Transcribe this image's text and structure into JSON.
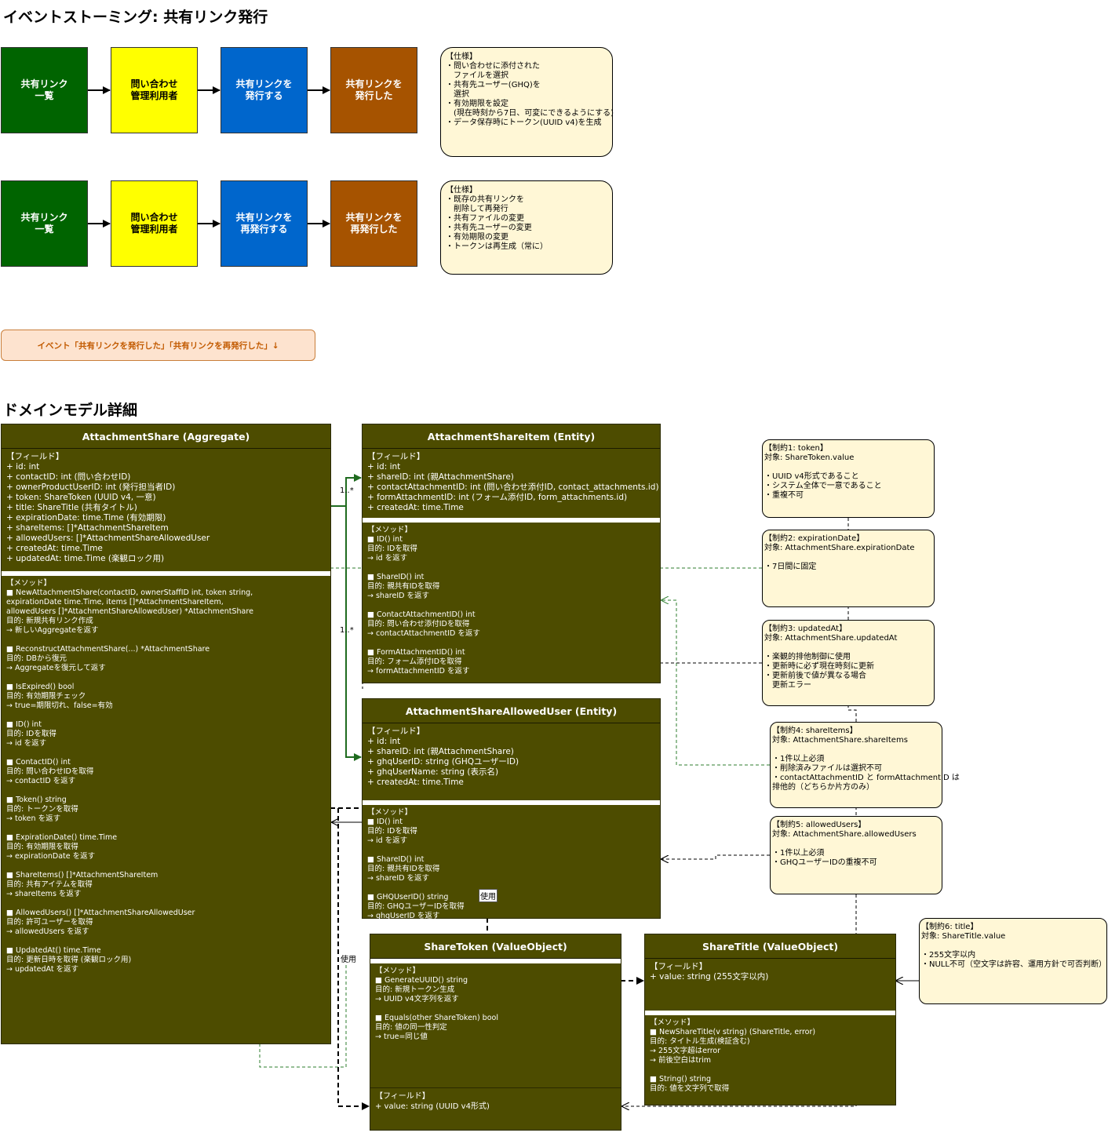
{
  "titles": {
    "event_storming": "イベントストーミング: 共有リンク発行",
    "domain_model": "ドメインモデル詳細"
  },
  "flow1": {
    "boxes": [
      "共有リンク\n一覧",
      "問い合わせ\n管理利用者",
      "共有リンクを\n発行する",
      "共有リンクを\n発行した"
    ],
    "note": "【仕様】\n・問い合わせに添付された\n　ファイルを選択\n・共有先ユーザー(GHQ)を\n　選択\n・有効期限を設定\n　(現在時刻から7日、可変にできるようにする)\n・データ保存時にトークン(UUID v4)を生成"
  },
  "flow2": {
    "boxes": [
      "共有リンク\n一覧",
      "問い合わせ\n管理利用者",
      "共有リンクを\n再発行する",
      "共有リンクを\n再発行した"
    ],
    "note": "【仕様】\n・既存の共有リンクを\n　削除して再発行\n・共有ファイルの変更\n・共有先ユーザーの変更\n・有効期限の変更\n・トークンは再生成（常に）"
  },
  "banner": "イベント「共有リンクを発行した」「共有リンクを再発行した」↓",
  "classes": {
    "aggregate": {
      "title": "AttachmentShare (Aggregate)",
      "fields": "【フィールド】\n+ id: int\n+ contactID: int (問い合わせID)\n+ ownerProductUserID: int (発行担当者ID)\n+ token: ShareToken (UUID v4, 一意)\n+ title: ShareTitle (共有タイトル)\n+ expirationDate: time.Time (有効期限)\n+ shareItems: []*AttachmentShareItem\n+ allowedUsers: []*AttachmentShareAllowedUser\n+ createdAt: time.Time\n+ updatedAt: time.Time (楽観ロック用)",
      "methods": "【メソッド】\n■ NewAttachmentShare(contactID, ownerStaffID int, token string,\nexpirationDate time.Time, items []*AttachmentShareItem,\nallowedUsers []*AttachmentShareAllowedUser) *AttachmentShare\n目的: 新規共有リンク作成\n→ 新しいAggregateを返す\n\n■ ReconstructAttachmentShare(...) *AttachmentShare\n目的: DBから復元\n→ Aggregateを復元して返す\n\n■ IsExpired() bool\n目的: 有効期限チェック\n→ true=期限切れ、false=有効\n\n■ ID() int\n目的: IDを取得\n→ id を返す\n\n■ ContactID() int\n目的: 問い合わせIDを取得\n→ contactID を返す\n\n■ Token() string\n目的: トークンを取得\n→ token を返す\n\n■ ExpirationDate() time.Time\n目的: 有効期限を取得\n→ expirationDate を返す\n\n■ ShareItems() []*AttachmentShareItem\n目的: 共有アイテムを取得\n→ shareItems を返す\n\n■ AllowedUsers() []*AttachmentShareAllowedUser\n目的: 許可ユーザーを取得\n→ allowedUsers を返す\n\n■ UpdatedAt() time.Time\n目的: 更新日時を取得 (楽観ロック用)\n→ updatedAt を返す"
    },
    "item": {
      "title": "AttachmentShareItem (Entity)",
      "fields": "【フィールド】\n+ id: int\n+ shareID: int (親AttachmentShare)\n+ contactAttachmentID: int (問い合わせ添付ID, contact_attachments.id)\n+ formAttachmentID: int (フォーム添付ID, form_attachments.id)\n+ createdAt: time.Time",
      "methods": "【メソッド】\n■ ID() int\n目的: IDを取得\n→ id を返す\n\n■ ShareID() int\n目的: 親共有IDを取得\n→ shareID を返す\n\n■ ContactAttachmentID() int\n目的: 問い合わせ添付IDを取得\n→ contactAttachmentID を返す\n\n■ FormAttachmentID() int\n目的: フォーム添付IDを取得\n→ formAttachmentID を返す"
    },
    "allowed": {
      "title": "AttachmentShareAllowedUser (Entity)",
      "fields": "【フィールド】\n+ id: int\n+ shareID: int (親AttachmentShare)\n+ ghqUserID: string (GHQユーザーID)\n+ ghqUserName: string (表示名)\n+ createdAt: time.Time",
      "methods": "【メソッド】\n■ ID() int\n目的: IDを取得\n→ id を返す\n\n■ ShareID() int\n目的: 親共有IDを取得\n→ shareID を返す\n\n■ GHQUserID() string\n目的: GHQユーザーIDを取得\n→ ghqUserID を返す"
    },
    "token": {
      "title": "ShareToken (ValueObject)",
      "methods": "【メソッド】\n■ GenerateUUID() string\n目的: 新規トークン生成\n→ UUID v4文字列を返す\n\n■ Equals(other ShareToken) bool\n目的: 値の同一性判定\n→ true=同じ値",
      "fields": "【フィールド】\n+ value: string (UUID v4形式)"
    },
    "title_vo": {
      "title": "ShareTitle (ValueObject)",
      "fields": "【フィールド】\n+ value: string (255文字以内)",
      "methods": "【メソッド】\n■ NewShareTitle(v string) (ShareTitle, error)\n目的: タイトル生成(検証含む)\n→ 255文字超はerror\n→ 前後空白はtrim\n\n■ String() string\n目的: 値を文字列で取得"
    }
  },
  "constraints": [
    "【制約1: token】\n対象: ShareToken.value\n\n・UUID v4形式であること\n・システム全体で一意であること\n・重複不可",
    "【制約2: expirationDate】\n対象: AttachmentShare.expirationDate\n\n・7日間に固定",
    "【制約3: updatedAt】\n対象: AttachmentShare.updatedAt\n\n・楽観的排他制御に使用\n・更新時に必ず現在時刻に更新\n・更新前後で値が異なる場合\n　更新エラー",
    "【制約4: shareItems】\n対象: AttachmentShare.shareItems\n\n・1件以上必須\n・削除済みファイルは選択不可\n・contactAttachmentID と formAttachmentID は\n排他的（どちらか片方のみ）",
    "【制約5: allowedUsers】\n対象: AttachmentShare.allowedUsers\n\n・1件以上必須\n・GHQユーザーIDの重複不可",
    "【制約6: title】\n対象: ShareTitle.value\n\n・255文字以内\n・NULL不可（空文字は許容、運用方針で可否判断）"
  ],
  "labels": {
    "mult1": "1..*",
    "mult2": "1..*",
    "use1": "使用",
    "use2": "使用"
  },
  "colors": {
    "green": "#006400",
    "yellow": "#ffff00",
    "blue": "#0066cc",
    "brown": "#a65300",
    "class_bg": "#4d4c00",
    "note_bg": "#fff7d6",
    "banner_bg": "#fde3cf"
  }
}
